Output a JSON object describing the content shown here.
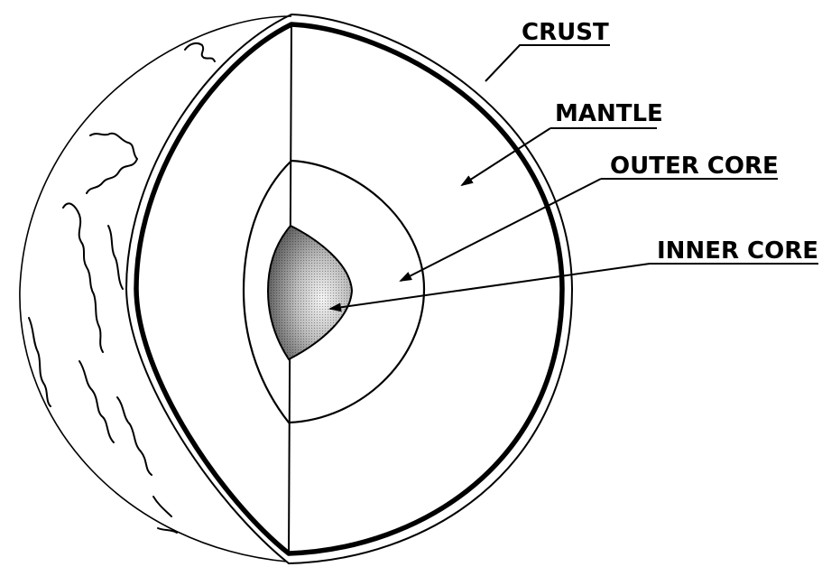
{
  "diagram": {
    "labels": {
      "crust": "CRUST",
      "mantle": "MANTLE",
      "outer_core": "OUTER CORE",
      "inner_core": "INNER CORE"
    },
    "colors": {
      "line": "#000000",
      "background": "#ffffff",
      "inner_core_fill": "#9a9a9a"
    }
  }
}
